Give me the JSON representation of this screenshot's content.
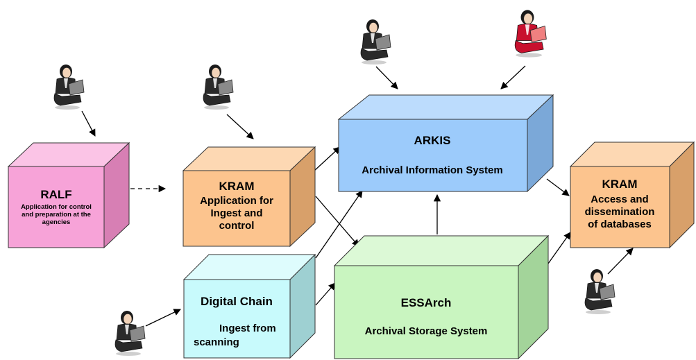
{
  "systems": {
    "ralf": {
      "title": "RALF",
      "lines": [
        "Application for control",
        "and preparation at the",
        "agencies"
      ],
      "color": "#f7a3d8"
    },
    "kram_ingest": {
      "title": "KRAM",
      "lines": [
        "Application for",
        "Ingest and",
        "control"
      ],
      "color": "#fcc48e"
    },
    "arkis": {
      "title": "ARKIS",
      "subtitle": "Archival Information System",
      "color": "#9ccbfb"
    },
    "kram_access": {
      "title": "KRAM",
      "lines": [
        "Access and",
        "dissemination",
        "of databases"
      ],
      "color": "#fcc48e"
    },
    "digital_chain": {
      "title": "Digital Chain",
      "lines": [
        "Ingest from",
        "scanning"
      ],
      "color": "#c8fafc"
    },
    "essarch": {
      "title": "ESSArch",
      "subtitle": "Archival Storage System",
      "color": "#c9f5c0"
    }
  },
  "users": [
    {
      "name": "user-ralf",
      "highlight": false
    },
    {
      "name": "user-kram-ingest",
      "highlight": false
    },
    {
      "name": "user-arkis-left",
      "highlight": false
    },
    {
      "name": "user-arkis-right",
      "highlight": true
    },
    {
      "name": "user-digital-chain",
      "highlight": false
    },
    {
      "name": "user-kram-access",
      "highlight": false
    }
  ]
}
